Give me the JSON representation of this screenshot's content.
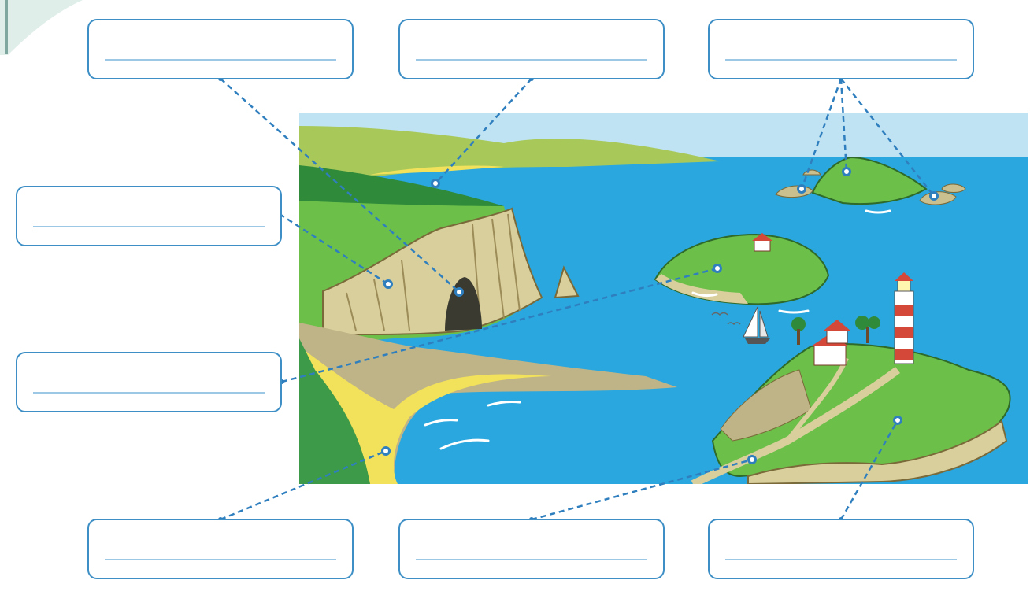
{
  "colors": {
    "box_border": "#3d8fc6",
    "answer_line": "#9cc8e6",
    "leader": "#2f7fbf",
    "sky": "#bfe3f3",
    "sea": "#2aa7de",
    "grass": "#6cc04a",
    "cliff": "#d9cf9c",
    "sand": "#f2e15a"
  },
  "label_boxes": [
    {
      "id": "box-top-left",
      "answer": ""
    },
    {
      "id": "box-top-center",
      "answer": ""
    },
    {
      "id": "box-top-right",
      "answer": ""
    },
    {
      "id": "box-middle-left-upper",
      "answer": ""
    },
    {
      "id": "box-middle-left-lower",
      "answer": ""
    },
    {
      "id": "box-bottom-left",
      "answer": ""
    },
    {
      "id": "box-bottom-center",
      "answer": ""
    },
    {
      "id": "box-bottom-right",
      "answer": ""
    }
  ],
  "features": [
    "cave",
    "bay",
    "archipelago",
    "cliff",
    "island",
    "beach",
    "isthmus",
    "peninsula"
  ],
  "icons": [
    "lighthouse-icon",
    "sailboat-icon",
    "house-icon",
    "seagull-icon"
  ]
}
